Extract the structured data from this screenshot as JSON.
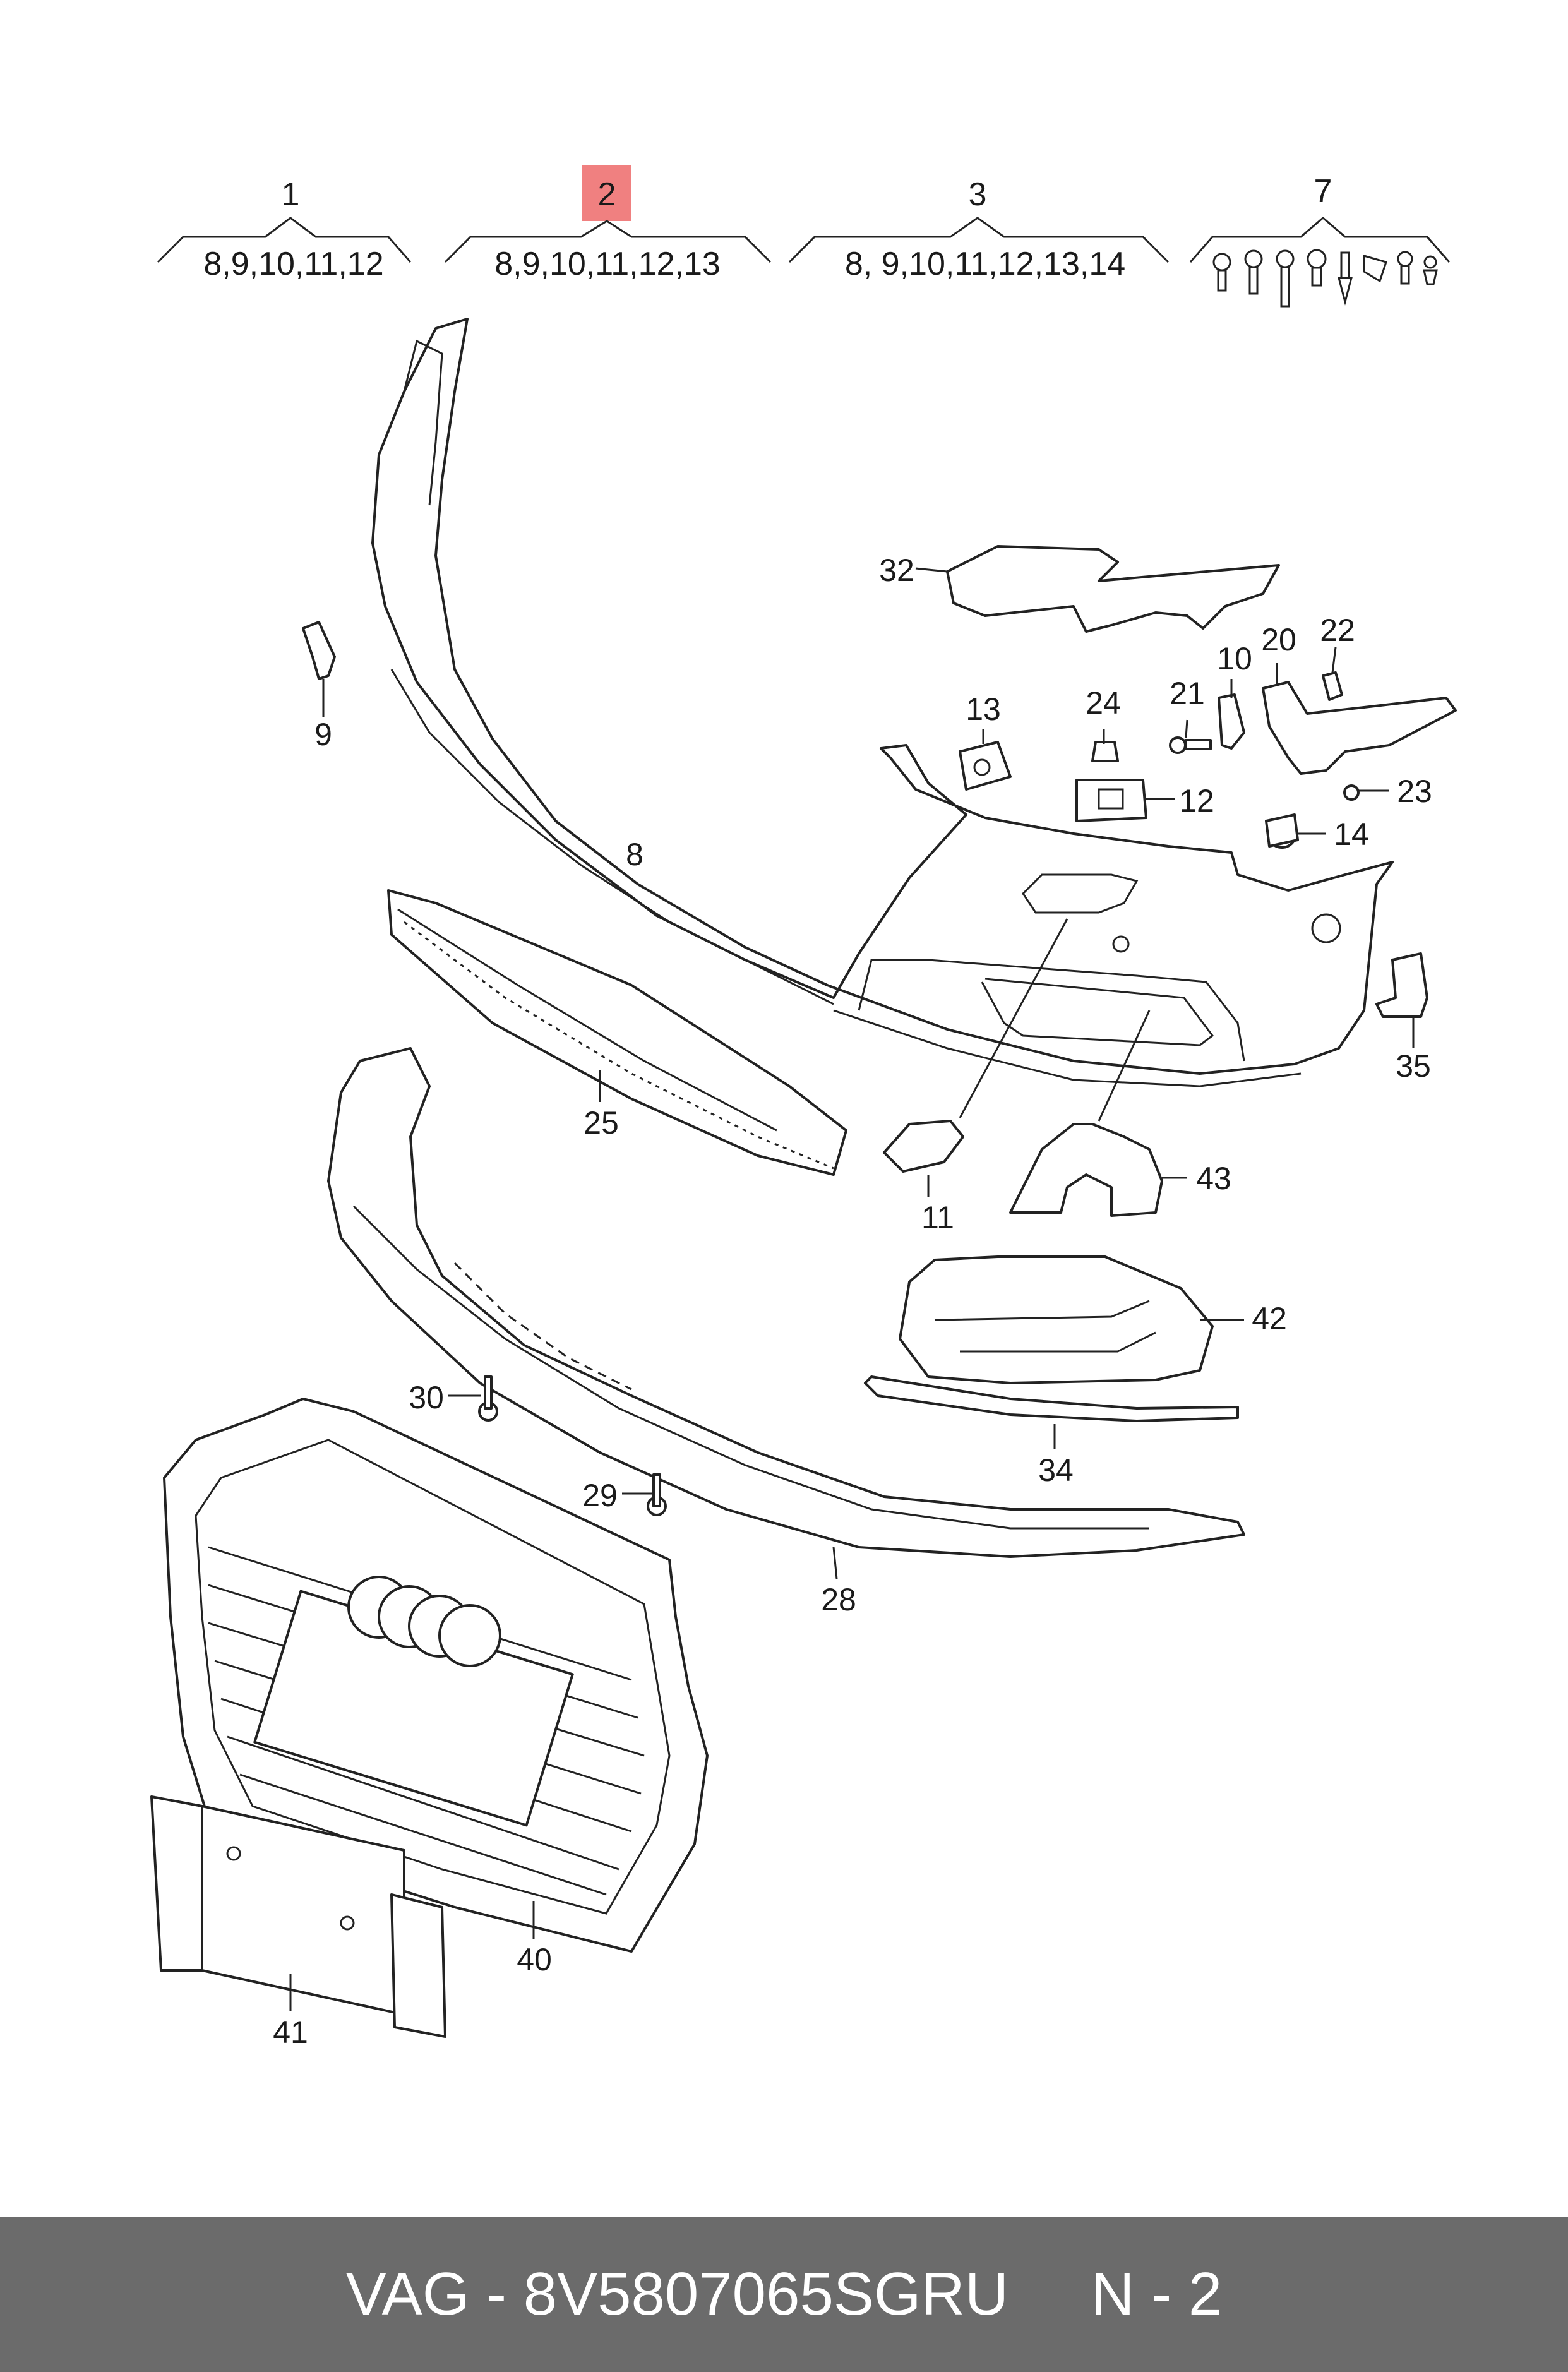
{
  "header_groups": [
    {
      "number": "1",
      "items": "8,9,10,11,12",
      "highlighted": false
    },
    {
      "number": "2",
      "items": "8,9,10,11,12,13",
      "highlighted": true
    },
    {
      "number": "3",
      "items": "8, 9,10,11,12,13,14",
      "highlighted": false
    },
    {
      "number": "7",
      "items": "",
      "highlighted": false
    }
  ],
  "highlight_color": "#f08080",
  "callouts": {
    "c8": "8",
    "c9": "9",
    "c10": "10",
    "c11": "11",
    "c12": "12",
    "c13": "13",
    "c14": "14",
    "c20": "20",
    "c21": "21",
    "c22": "22",
    "c23": "23",
    "c24": "24",
    "c25": "25",
    "c28": "28",
    "c29": "29",
    "c30": "30",
    "c32": "32",
    "c34": "34",
    "c35": "35",
    "c40": "40",
    "c41": "41",
    "c42": "42",
    "c43": "43"
  },
  "footer": {
    "part_label": "VAG - 8V5807065SGRU",
    "page_label": "N - 2"
  },
  "footer_color": "#6b6b6b"
}
